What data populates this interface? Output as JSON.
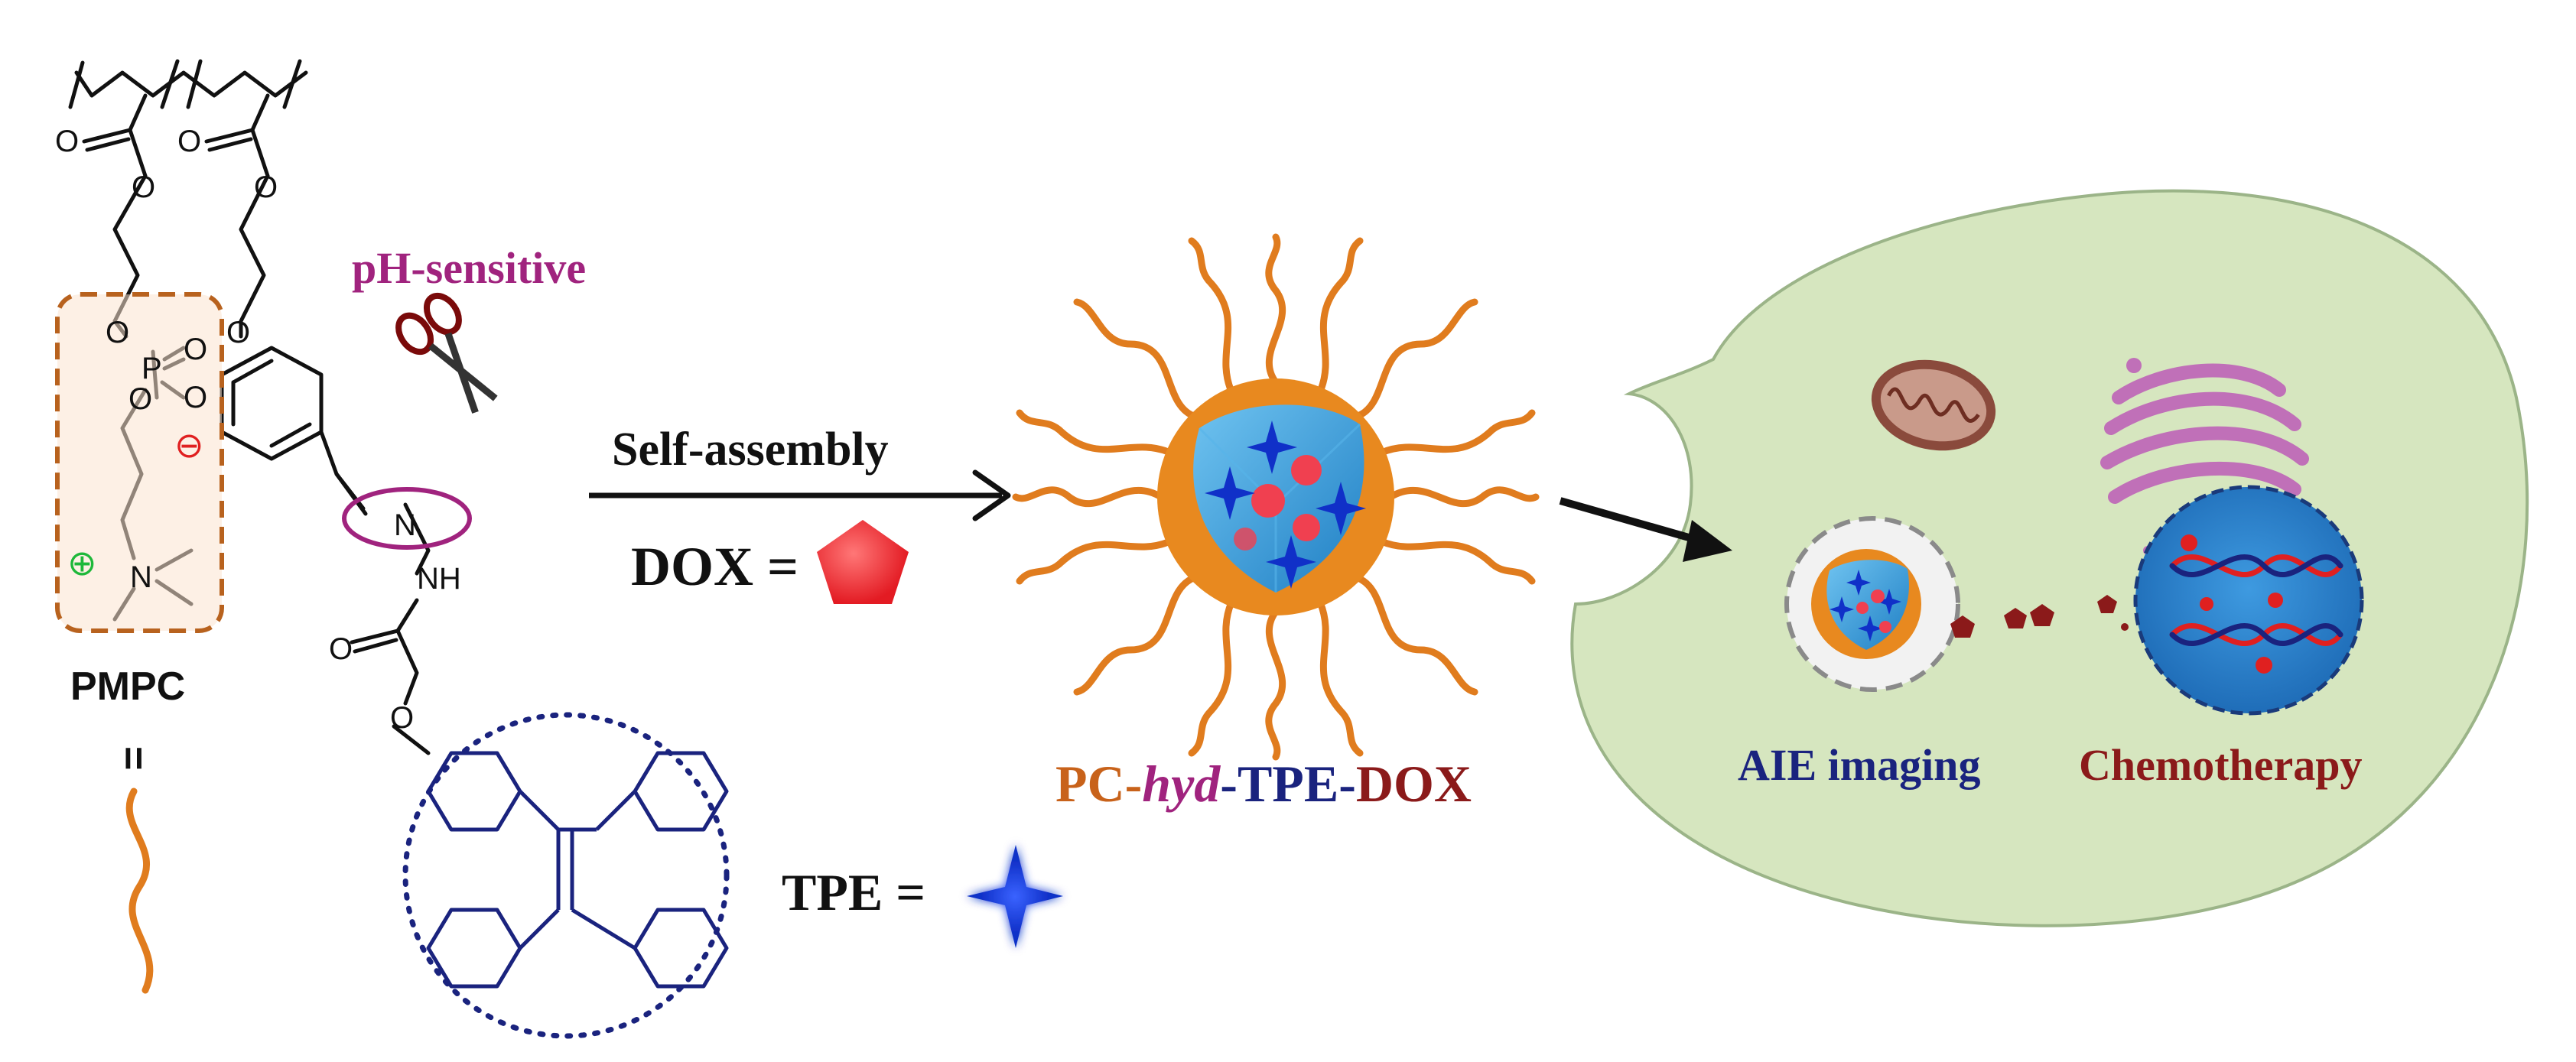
{
  "labels": {
    "ph_sensitive": "pH-sensitive",
    "self_assembly": "Self-assembly",
    "dox_eq": "DOX =",
    "tpe_eq": "TPE =",
    "pmpc": "PMPC",
    "pmpc_eq": "=",
    "product": {
      "p1": "PC-",
      "p2": "hyd",
      "p3": "-TPE-",
      "p4": "DOX"
    },
    "aie_imaging": "AIE imaging",
    "chemotherapy": "Chemotherapy"
  },
  "atoms": {
    "o": "O",
    "p": "P",
    "n": "N",
    "nh": "NH",
    "plus": "⊕",
    "minus": "⊖"
  },
  "colors": {
    "orange": "#E07C1E",
    "purple": "#A0237E",
    "navy": "#1A237E",
    "dark_red": "#8B1A1A",
    "dox_red": "#E31B23",
    "tpe_blue": "#1030C8",
    "core_blue": "#2E9AD8",
    "cell_green": "#D6E6BF",
    "nucleus_blue": "#2F86D0",
    "green_plus": "#1EB83A",
    "red_minus": "#E02020",
    "bond": "#111111",
    "tpe_bond": "#1A237E"
  },
  "icons": [
    "scissors-icon",
    "mitochondrion-icon",
    "golgi-icon",
    "dna-helix-icon",
    "dox-pentagon-icon",
    "tpe-star-icon"
  ]
}
